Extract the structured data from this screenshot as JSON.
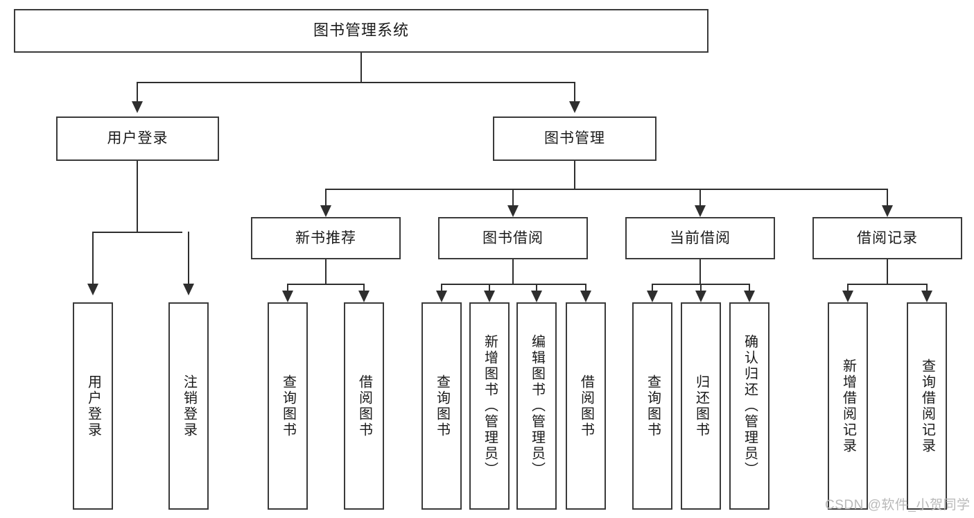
{
  "diagram": {
    "title": "图书管理系统",
    "type": "tree-hierarchy-chart",
    "watermark": "CSDN @软件_小贺同学",
    "colors": {
      "box_border": "#3a3a3a",
      "connector": "#2e2e2e",
      "background": "#ffffff",
      "text": "#1a1a1a",
      "watermark": "#b9b9b9"
    }
  },
  "nodes": {
    "root": {
      "label": "图书管理系统"
    },
    "level1": [
      {
        "id": "user-login",
        "label": "用户登录"
      },
      {
        "id": "book-manage",
        "label": "图书管理"
      }
    ],
    "level2": [
      {
        "id": "new-book-recommend",
        "label": "新书推荐"
      },
      {
        "id": "book-borrow",
        "label": "图书借阅"
      },
      {
        "id": "current-borrow",
        "label": "当前借阅"
      },
      {
        "id": "borrow-record",
        "label": "借阅记录"
      }
    ],
    "leaves": {
      "user_login": [
        {
          "id": "leaf-user-login",
          "label": "用户登录"
        },
        {
          "id": "leaf-logout-login",
          "label": "注销登录"
        }
      ],
      "new_book_recommend": [
        {
          "id": "leaf-query-book-1",
          "label": "查询图书"
        },
        {
          "id": "leaf-borrow-book-1",
          "label": "借阅图书"
        }
      ],
      "book_borrow": [
        {
          "id": "leaf-query-book-2",
          "label": "查询图书"
        },
        {
          "id": "leaf-add-book",
          "label": "新增图书（管理员）"
        },
        {
          "id": "leaf-edit-book",
          "label": "编辑图书（管理员）"
        },
        {
          "id": "leaf-borrow-book-2",
          "label": "借阅图书"
        }
      ],
      "current_borrow": [
        {
          "id": "leaf-query-book-3",
          "label": "查询图书"
        },
        {
          "id": "leaf-return-book",
          "label": "归还图书"
        },
        {
          "id": "leaf-confirm-return",
          "label": "确认归还（管理员）"
        }
      ],
      "borrow_record": [
        {
          "id": "leaf-add-borrow-record",
          "label": "新增借阅记录"
        },
        {
          "id": "leaf-query-borrow-record",
          "label": "查询借阅记录"
        }
      ]
    }
  }
}
